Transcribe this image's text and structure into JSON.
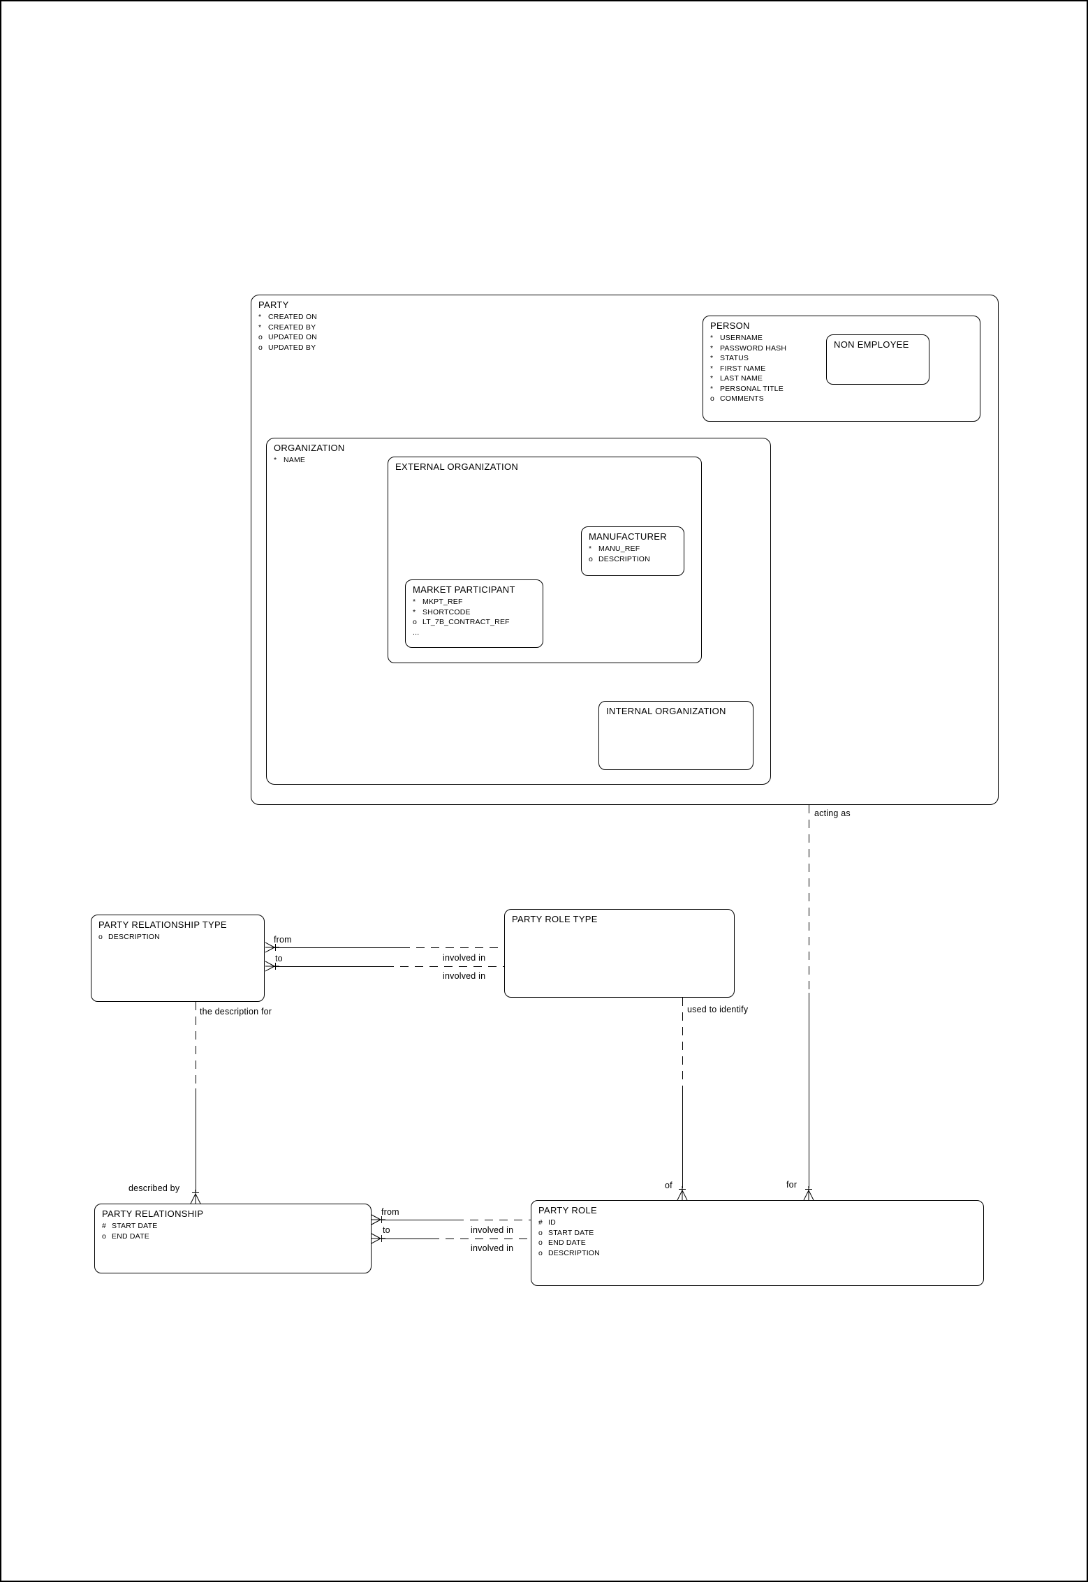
{
  "colors": {
    "ink": "#000000",
    "paper": "#ffffff"
  },
  "entities": {
    "party": {
      "title": "PARTY",
      "attributes": [
        {
          "prefix": "*",
          "name": "CREATED ON"
        },
        {
          "prefix": "*",
          "name": "CREATED BY"
        },
        {
          "prefix": "o",
          "name": "UPDATED ON"
        },
        {
          "prefix": "o",
          "name": "UPDATED BY"
        }
      ]
    },
    "person": {
      "title": "PERSON",
      "attributes": [
        {
          "prefix": "*",
          "name": "USERNAME"
        },
        {
          "prefix": "*",
          "name": "PASSWORD HASH"
        },
        {
          "prefix": "*",
          "name": "STATUS"
        },
        {
          "prefix": "*",
          "name": "FIRST NAME"
        },
        {
          "prefix": "*",
          "name": "LAST NAME"
        },
        {
          "prefix": "*",
          "name": "PERSONAL TITLE"
        },
        {
          "prefix": "o",
          "name": "COMMENTS"
        }
      ]
    },
    "non_employee": {
      "title": "NON EMPLOYEE",
      "attributes": []
    },
    "organization": {
      "title": "ORGANIZATION",
      "attributes": [
        {
          "prefix": "*",
          "name": "NAME"
        }
      ]
    },
    "external_organization": {
      "title": "EXTERNAL ORGANIZATION",
      "attributes": []
    },
    "manufacturer": {
      "title": "MANUFACTURER",
      "attributes": [
        {
          "prefix": "*",
          "name": "MANU_REF"
        },
        {
          "prefix": "o",
          "name": "DESCRIPTION"
        }
      ]
    },
    "market_participant": {
      "title": "MARKET PARTICIPANT",
      "attributes": [
        {
          "prefix": "*",
          "name": "MKPT_REF"
        },
        {
          "prefix": "*",
          "name": "SHORTCODE"
        },
        {
          "prefix": "o",
          "name": "LT_7B_CONTRACT_REF"
        },
        {
          "prefix": "...",
          "name": ""
        }
      ]
    },
    "internal_organization": {
      "title": "INTERNAL ORGANIZATION",
      "attributes": []
    },
    "party_relationship_type": {
      "title": "PARTY RELATIONSHIP TYPE",
      "attributes": [
        {
          "prefix": "o",
          "name": "DESCRIPTION"
        }
      ]
    },
    "party_role_type": {
      "title": "PARTY ROLE TYPE",
      "attributes": []
    },
    "party_relationship": {
      "title": "PARTY RELATIONSHIP",
      "attributes": [
        {
          "prefix": "#",
          "name": "START DATE"
        },
        {
          "prefix": "o",
          "name": "END DATE"
        }
      ]
    },
    "party_role": {
      "title": "PARTY ROLE",
      "attributes": [
        {
          "prefix": "#",
          "name": "ID"
        },
        {
          "prefix": "o",
          "name": "START DATE"
        },
        {
          "prefix": "o",
          "name": "END DATE"
        },
        {
          "prefix": "o",
          "name": "DESCRIPTION"
        }
      ]
    }
  },
  "labels": {
    "acting_as": "acting as",
    "for": "for",
    "used_to_identify": "used to identify",
    "of": "of",
    "the_description_for": "the description for",
    "described_by": "described by",
    "from_top": "from",
    "to_top": "to",
    "involved_in_top_1": "involved in",
    "involved_in_top_2": "involved in",
    "from_bottom": "from",
    "to_bottom": "to",
    "involved_in_bottom_1": "involved in",
    "involved_in_bottom_2": "involved in"
  }
}
